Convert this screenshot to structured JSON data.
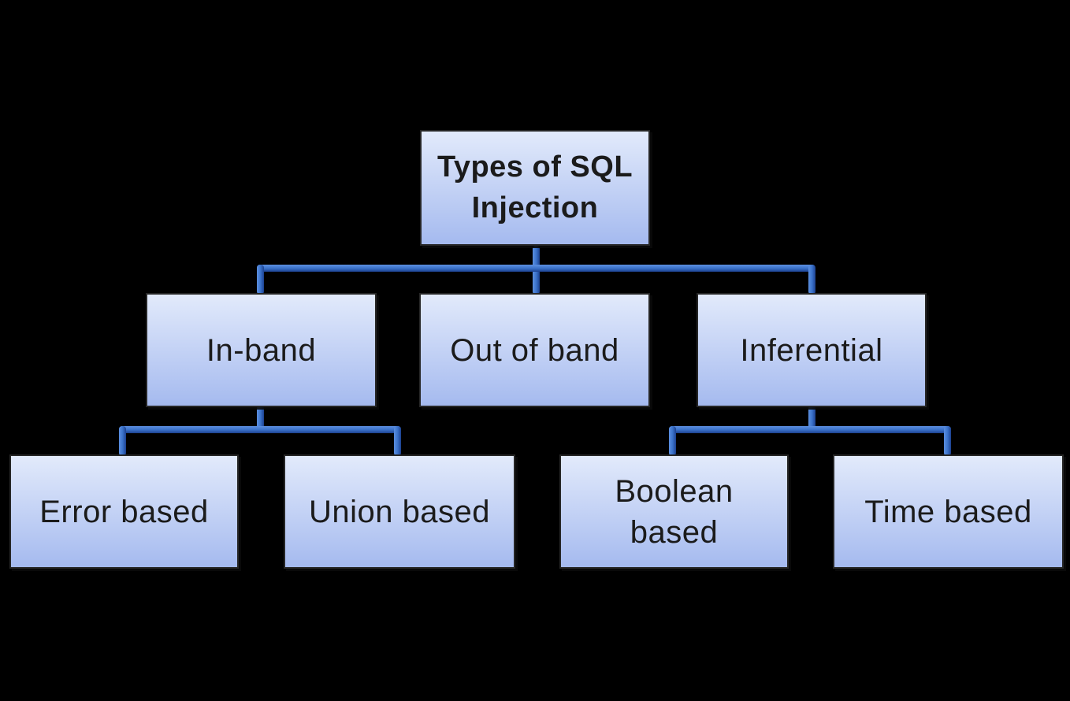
{
  "diagram": {
    "colors": {
      "background": "#000000",
      "node_fill_top": "#e2eafb",
      "node_fill_bottom": "#a5baef",
      "node_border": "#262626",
      "node_text": "#1b1b1b",
      "connector": "#3b72ca",
      "connector_dark": "#1c4190"
    },
    "nodes": {
      "root": {
        "label": "Types of SQL Injection",
        "level": 0
      },
      "in_band": {
        "label": "In-band",
        "level": 1
      },
      "out_of_band": {
        "label": "Out of band",
        "level": 1
      },
      "inferential": {
        "label": "Inferential",
        "level": 1
      },
      "error_based": {
        "label": "Error based",
        "level": 2
      },
      "union_based": {
        "label": "Union based",
        "level": 2
      },
      "boolean_based": {
        "label": "Boolean based",
        "level": 2
      },
      "time_based": {
        "label": "Time based",
        "level": 2
      }
    },
    "edges": [
      {
        "from": "root",
        "to": "in_band"
      },
      {
        "from": "root",
        "to": "out_of_band"
      },
      {
        "from": "root",
        "to": "inferential"
      },
      {
        "from": "in_band",
        "to": "error_based"
      },
      {
        "from": "in_band",
        "to": "union_based"
      },
      {
        "from": "inferential",
        "to": "boolean_based"
      },
      {
        "from": "inferential",
        "to": "time_based"
      }
    ]
  }
}
